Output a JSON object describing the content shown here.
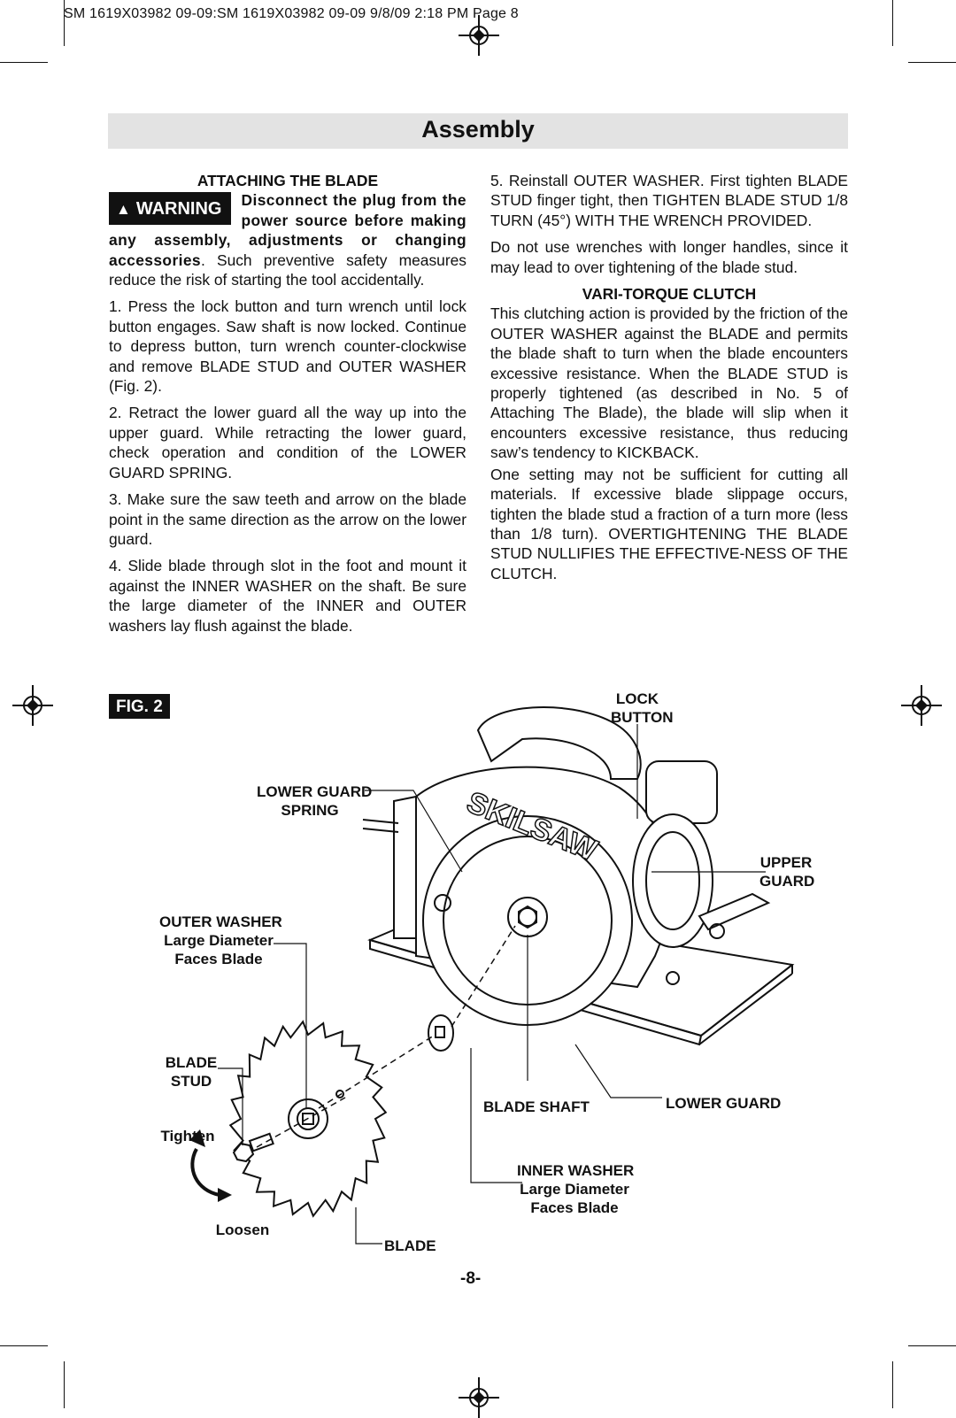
{
  "slug": "SM 1619X03982 09-09:SM 1619X03982 09-09  9/8/09  2:18 PM  Page 8",
  "section_title": "Assembly",
  "left": {
    "heading": "ATTACHING THE BLADE",
    "warning_label": "WARNING",
    "warning_bold": "Disconnect the plug from the power source before making any assembly, adjustments or changing accessories",
    "warning_rest": ". Such preventive safety measures reduce the risk of starting the tool accidentally.",
    "step1": "1. Press the lock button and turn wrench until lock button engages. Saw shaft is now locked. Continue to depress button, turn wrench counter-clockwise and remove BLADE STUD and OUTER WASHER (Fig. 2).",
    "step2": "2. Retract the lower guard all the way up into the upper guard. While retracting the lower guard, check operation and condition of the LOWER GUARD SPRING.",
    "step3": "3. Make sure the saw teeth and arrow on the blade point in the same direction as the arrow on the lower guard.",
    "step4": "4. Slide blade through slot in the foot and mount it against the INNER WASHER on the shaft. Be sure the large diameter of the INNER and OUTER washers lay flush against the blade."
  },
  "right": {
    "step5": "5. Reinstall OUTER WASHER. First tighten BLADE STUD finger tight, then TIGHTEN BLADE STUD 1/8 TURN (45°) WITH THE WRENCH PROVIDED.",
    "note": "Do not use wrenches with longer handles, since it may lead to over tightening of the blade stud.",
    "heading": "VARI-TORQUE CLUTCH",
    "para1": "This clutching action is provided by the friction of the OUTER WASHER against the BLADE and permits the blade shaft to turn when the blade encounters excessive resistance. When the BLADE STUD is properly tightened (as described in No. 5 of Attaching The Blade), the blade will slip when it encounters excessive resistance, thus reducing saw’s tendency to KICKBACK.",
    "para2": "One setting may not be sufficient for cutting all materials. If excessive blade slippage occurs, tighten the blade stud a fraction of a turn more (less than 1/8 turn). OVERTIGHTENING THE BLADE STUD NULLIFIES THE EFFECTIVE-NESS OF THE CLUTCH."
  },
  "figure": {
    "tag": "FIG. 2",
    "brand": "SKILSAW",
    "labels": {
      "lock_button_1": "LOCK",
      "lock_button_2": "BUTTON",
      "lower_guard_spring_1": "LOWER GUARD",
      "lower_guard_spring_2": "SPRING",
      "upper_guard_1": "UPPER",
      "upper_guard_2": "GUARD",
      "outer_washer_1": "OUTER WASHER",
      "outer_washer_2": "Large Diameter",
      "outer_washer_3": "Faces Blade",
      "blade_stud_1": "BLADE",
      "blade_stud_2": "STUD",
      "tighten": "Tighten",
      "loosen": "Loosen",
      "blade_shaft": "BLADE SHAFT",
      "lower_guard": "LOWER GUARD",
      "inner_washer_1": "INNER WASHER",
      "inner_washer_2": "Large Diameter",
      "inner_washer_3": "Faces Blade",
      "blade": "BLADE"
    }
  },
  "page_number": "-8-"
}
